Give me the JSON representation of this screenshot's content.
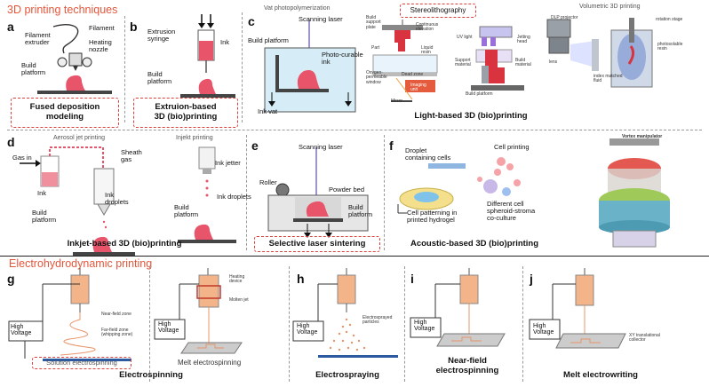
{
  "sections": {
    "printing": "3D printing techniques",
    "ehd": "Electrohydrodynamic printing"
  },
  "panels": {
    "a": {
      "letter": "a",
      "filament": "Filament",
      "extruder": "Filament\nextruder",
      "heating": "Heating\nnozzle",
      "platform": "Build\nplatform",
      "title": "Fused deposition\nmodeling"
    },
    "b": {
      "letter": "b",
      "syringe": "Extrusion\nsyringe",
      "ink": "Ink",
      "platform": "Build\nplatform",
      "title": "Extruion-based\n3D (bio)printing"
    },
    "c": {
      "letter": "c",
      "vat_title": "Vat photopolymerization",
      "laser": "Scanning laser",
      "platform": "Build platform",
      "resin": "Photo-curable\nink",
      "vat": "Ink vat",
      "stereo": "Stereolithography",
      "volumetric": "Volumetric 3D printing",
      "support_plate": "Build\nsupport\nplate",
      "continuous": "Continuous\nelevation",
      "part": "Part",
      "liquid_resin": "Liquid\nresin",
      "oxygen": "Oxygen-\npermeable\nwindow",
      "dead_zone": "Dead zone",
      "imaging": "Imaging\nunit",
      "mirror": "Mirror",
      "uv": "UV light",
      "jetting": "Jetting\nhead",
      "support_mat": "Support\nmaterial",
      "build_mat": "Build\nmaterial",
      "build_plat2": "Build platform",
      "dlp": "DLP projector",
      "rotation": "rotation stage",
      "photo_resin": "photosolable\nresin",
      "lens": "lens",
      "index": "index matched\nfluid",
      "title": "Light-based 3D (bio)printing"
    },
    "d": {
      "letter": "d",
      "aerosol": "Aerosol jet printing",
      "inkjet": "Injekt printing",
      "gas_in": "Gas in",
      "sheath": "Sheath\ngas",
      "ink": "Ink",
      "droplets": "Ink\ndroplets",
      "platform": "Build\nplatform",
      "jetter": "Ink jetter",
      "droplets2": "Ink droplets",
      "platform2": "Build\nplatform",
      "title": "Inkjet-based 3D (bio)printing"
    },
    "e": {
      "letter": "e",
      "laser": "Scanning laser",
      "roller": "Roller",
      "powder": "Powder bed",
      "platform": "Build\nplatform",
      "title": "Selective laser sintering"
    },
    "f": {
      "letter": "f",
      "droplet": "Droplet\ncontaining cells",
      "cell_printing": "Cell printing",
      "patterning": "Cell patterning in\nprinted hydrogel",
      "spheroid": "Different cell\nspheroid-stroma\nco-culture",
      "vortex": "Vortex manipulator",
      "title": "Acoustic-based 3D (bio)printing"
    },
    "g": {
      "letter": "g",
      "near": "Near-field zone",
      "far": "Far-field zone\n(whipping zone)",
      "hv": "High\nVoltage",
      "solution": "Solution electrospinning",
      "heating": "Heating\ndevice",
      "molten": "Molten jet",
      "hv2": "High\nVoltage",
      "melt": "Melt electrospinning",
      "title": "Electrospinning"
    },
    "h": {
      "letter": "h",
      "particles": "Electrosprayed\nparticles",
      "hv": "High\nVoltage",
      "title": "Electrospraying"
    },
    "i": {
      "letter": "i",
      "hv": "High\nVoltage",
      "title": "Near-field\nelectrospinning"
    },
    "j": {
      "letter": "j",
      "hv": "High\nVoltage",
      "collector": "XY translational\ncollector",
      "title": "Melt electrowriting"
    }
  },
  "colors": {
    "accent": "#e3563b",
    "ink_red": "#e8546a",
    "syringe_orange": "#f3b48a",
    "dashed_box": "#d9403a"
  }
}
